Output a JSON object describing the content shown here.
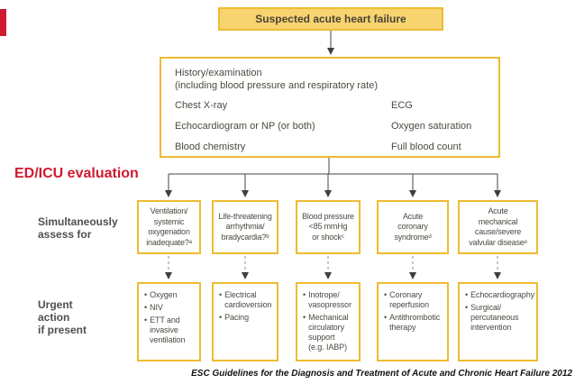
{
  "annotations": {
    "ed_icu_label": "ED/ICU evaluation",
    "assess_label": "Simultaneously\nassess for",
    "urgent_label": "Urgent\naction\nif present"
  },
  "flowchart": {
    "title_box": "Suspected acute heart failure",
    "workup_box": {
      "history_title": "History/examination",
      "history_sub": "(including blood pressure and respiratory rate)",
      "rows": [
        {
          "left": "Chest X-ray",
          "right": "ECG"
        },
        {
          "left": "Echocardiogram or NP (or both)",
          "right": "Oxygen saturation"
        },
        {
          "left": "Blood chemistry",
          "right": "Full blood count"
        }
      ]
    },
    "assess_boxes": [
      "Ventilation/\nsystemic\noxygenation\ninadequate?ᵃ",
      "Life-threatening\narrhythmia/\nbradycardia?ᵇ",
      "Blood pressure\n<85 mmHg\nor shockᶜ",
      "Acute\ncoronary\nsyndromeᵈ",
      "Acute\nmechanical\ncause/severe\nvalvular diseaseᵉ"
    ],
    "bullet": "•",
    "action_boxes": [
      {
        "items": [
          "Oxygen",
          "NIV",
          "ETT and\ninvasive\nventilation"
        ]
      },
      {
        "items": [
          "Electrical\ncardioversion",
          "Pacing"
        ]
      },
      {
        "items": [
          "Inotrope/\nvasopressor",
          "Mechanical\ncirculatory\nsupport\n(e.g. IABP)"
        ]
      },
      {
        "items": [
          "Coronary\nreperfusion",
          "Antithrombotic\ntherapy"
        ]
      },
      {
        "items": [
          "Echocardiography",
          "Surgical/\npercutaneous\nintervention"
        ]
      }
    ]
  },
  "caption": "ESC Guidelines for the Diagnosis and Treatment of Acute and Chronic Heart Failure 2012",
  "colors": {
    "box_border_gold": "#edbc31",
    "box_fill_yellow": "#f7d470",
    "text_dark": "#4b4a40",
    "red_accent": "#ce1b30",
    "connector_line": "#454545",
    "dashed_line": "#909090"
  }
}
